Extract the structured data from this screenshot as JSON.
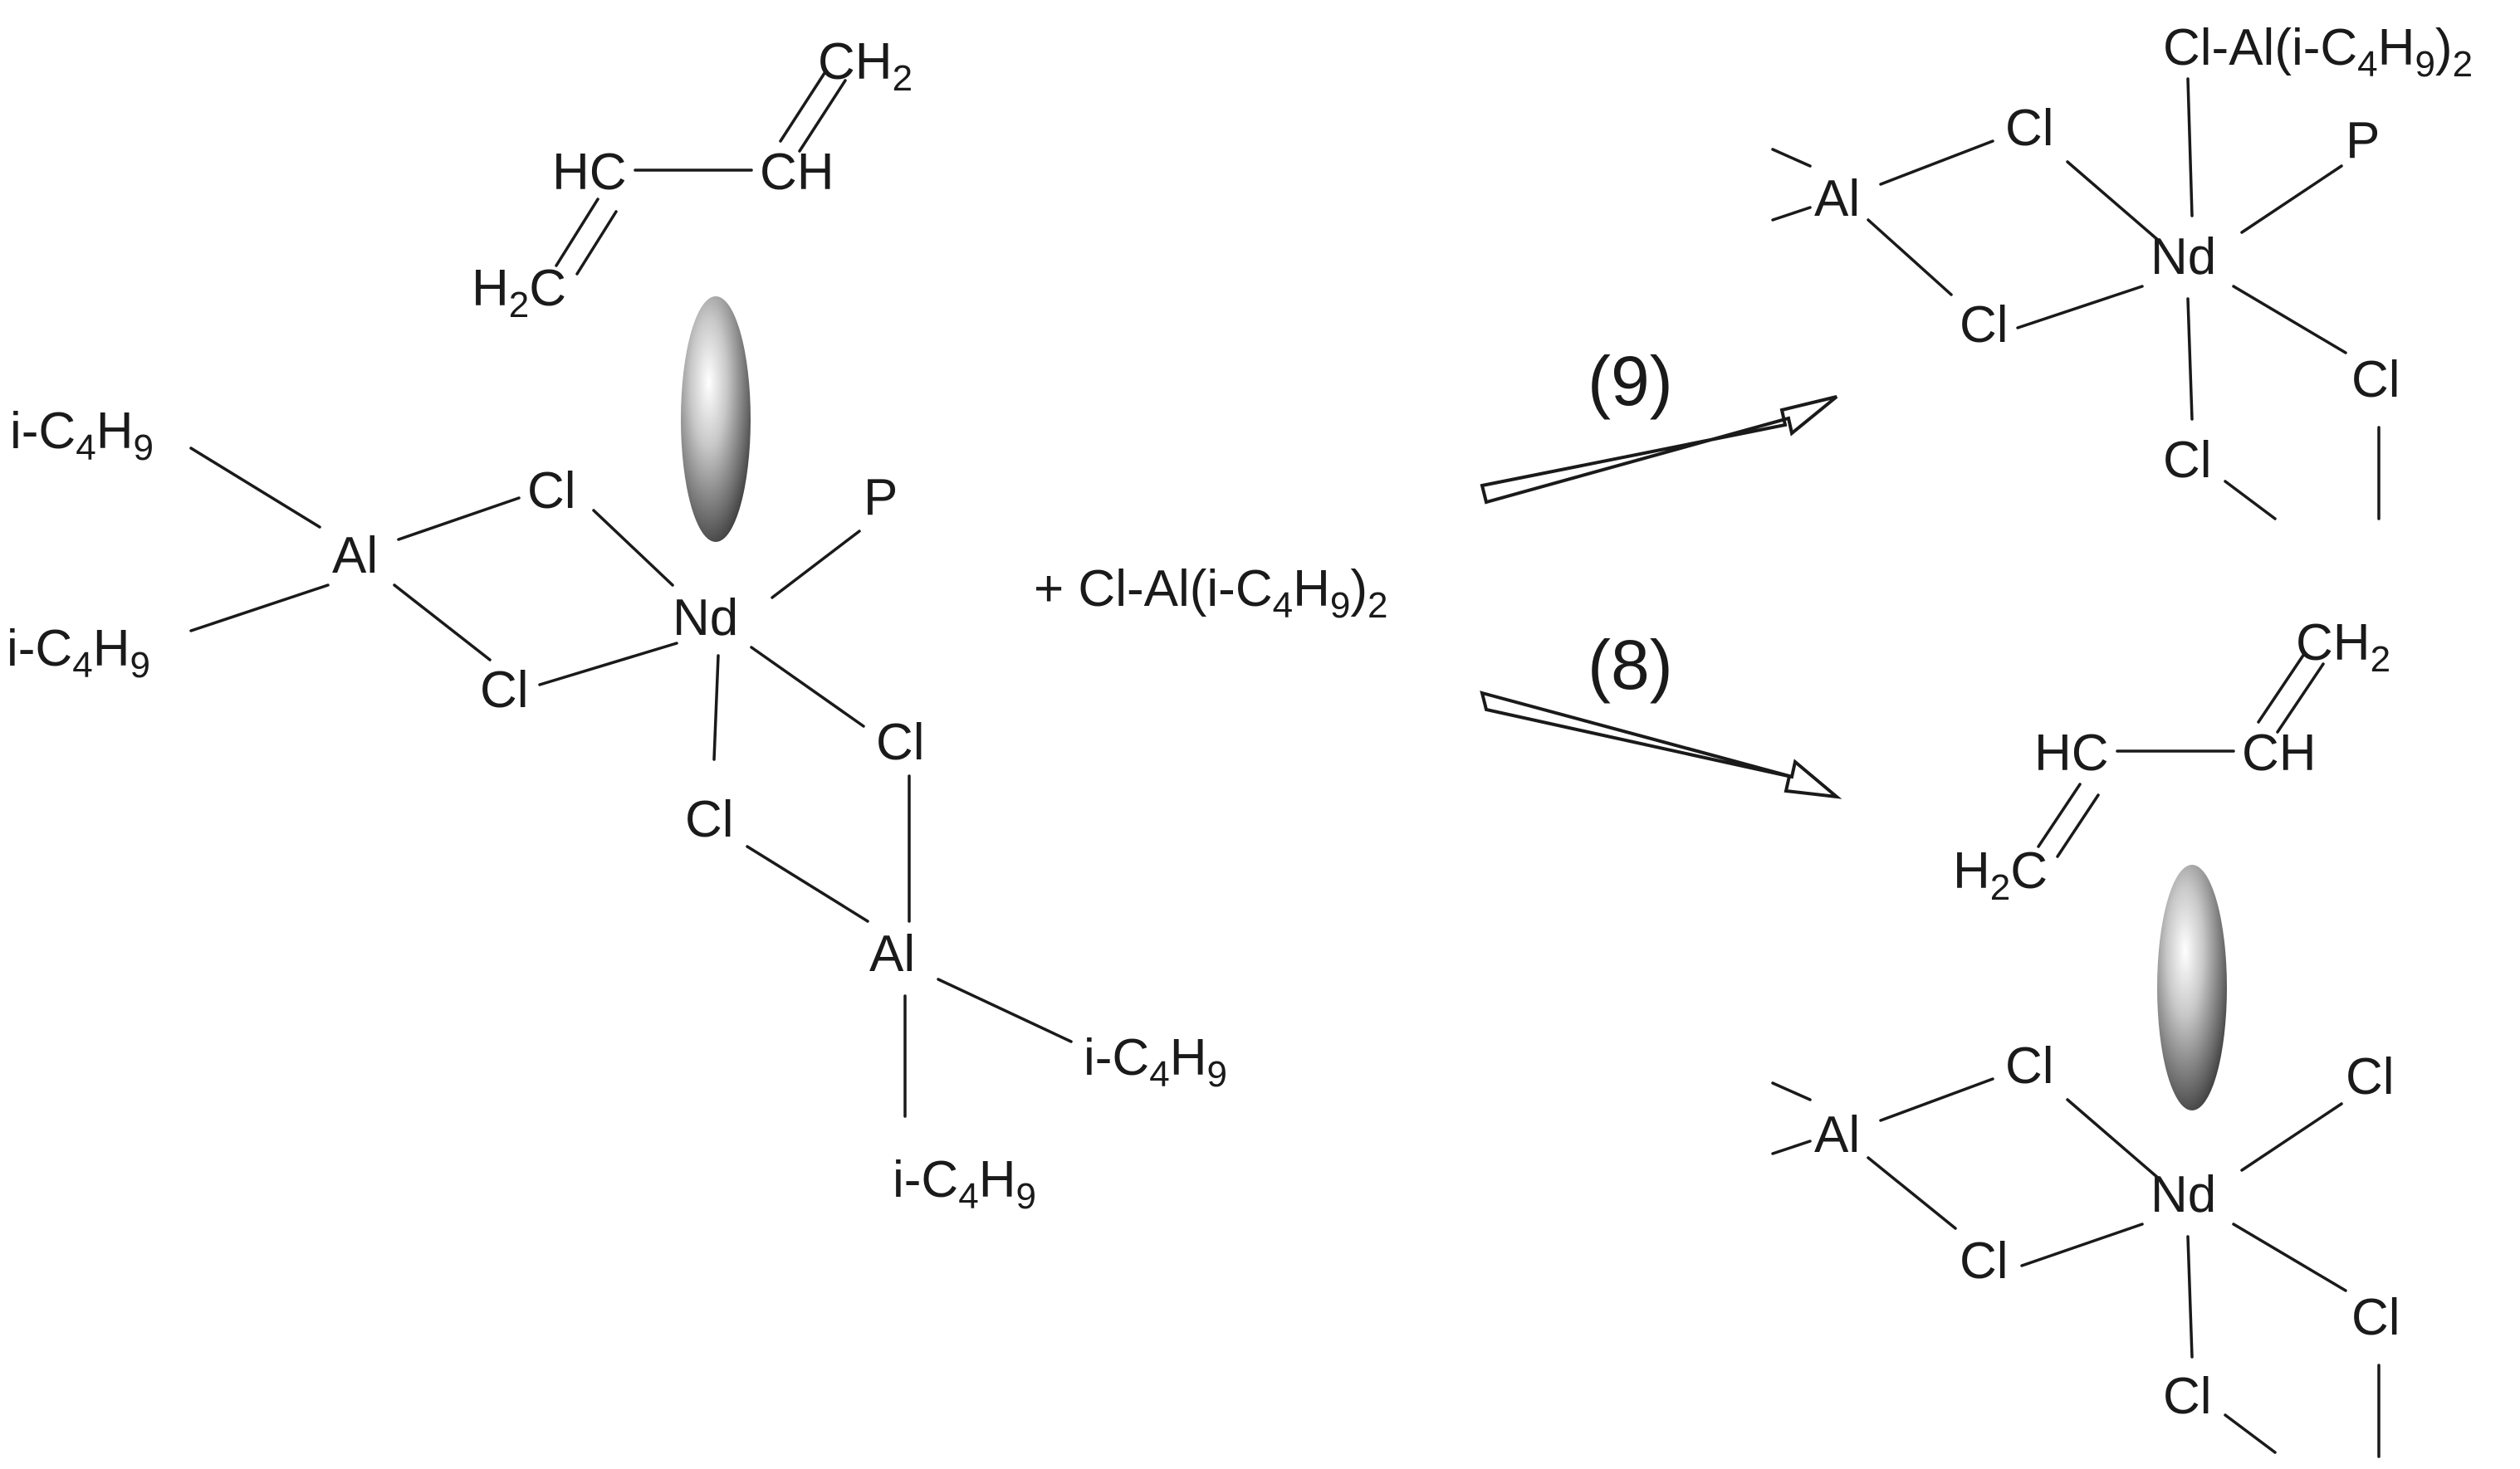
{
  "reactant": {
    "diene": {
      "ch2_top": "CH",
      "ch2_top_sub": "2",
      "hc": "HC",
      "ch": "CH",
      "h2c_h": "H",
      "h2c_sub": "2",
      "h2c_c": "C"
    },
    "ibu_a": "i-C",
    "ibu_sub4": "4",
    "ibu_h": "H",
    "ibu_sub9": "9",
    "al": "Al",
    "cl": "Cl",
    "nd": "Nd",
    "p": "P"
  },
  "reagent": {
    "prefix": "+ Cl-Al(i-C",
    "sub4": "4",
    "h": "H",
    "sub9": "9",
    "close": ")",
    "sub2": "2"
  },
  "arrows": {
    "upper": "(9)",
    "lower": "(8)"
  },
  "product_9": {
    "top": {
      "prefix": "Cl-Al(i-C",
      "sub4": "4",
      "h": "H",
      "sub9": "9",
      "close": ")",
      "sub2": "2"
    },
    "al": "Al",
    "cl": "Cl",
    "nd": "Nd",
    "p": "P"
  },
  "product_8": {
    "diene": {
      "ch2_top": "CH",
      "ch2_top_sub": "2",
      "hc": "HC",
      "ch": "CH",
      "h2c_h": "H",
      "h2c_sub": "2",
      "h2c_c": "C"
    },
    "al": "Al",
    "cl": "Cl",
    "nd": "Nd"
  }
}
